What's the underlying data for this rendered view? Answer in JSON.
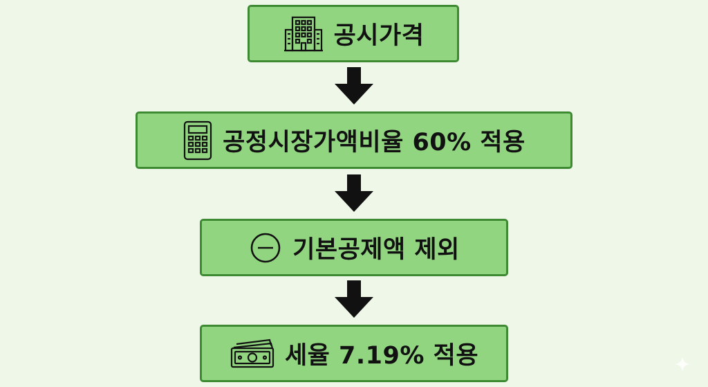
{
  "steps": [
    {
      "label": "공시가격",
      "icon": "building-icon"
    },
    {
      "label": "공정시장가액비율 60% 적용",
      "icon": "calculator-icon"
    },
    {
      "label": "기본공제액 제외",
      "icon": "minus-circle-icon"
    },
    {
      "label": "세율 7.19% 적용",
      "icon": "money-icon"
    }
  ],
  "colors": {
    "background": "#eef7e8",
    "box_fill": "#92d580",
    "box_border": "#3d8a33",
    "arrow": "#111111"
  }
}
